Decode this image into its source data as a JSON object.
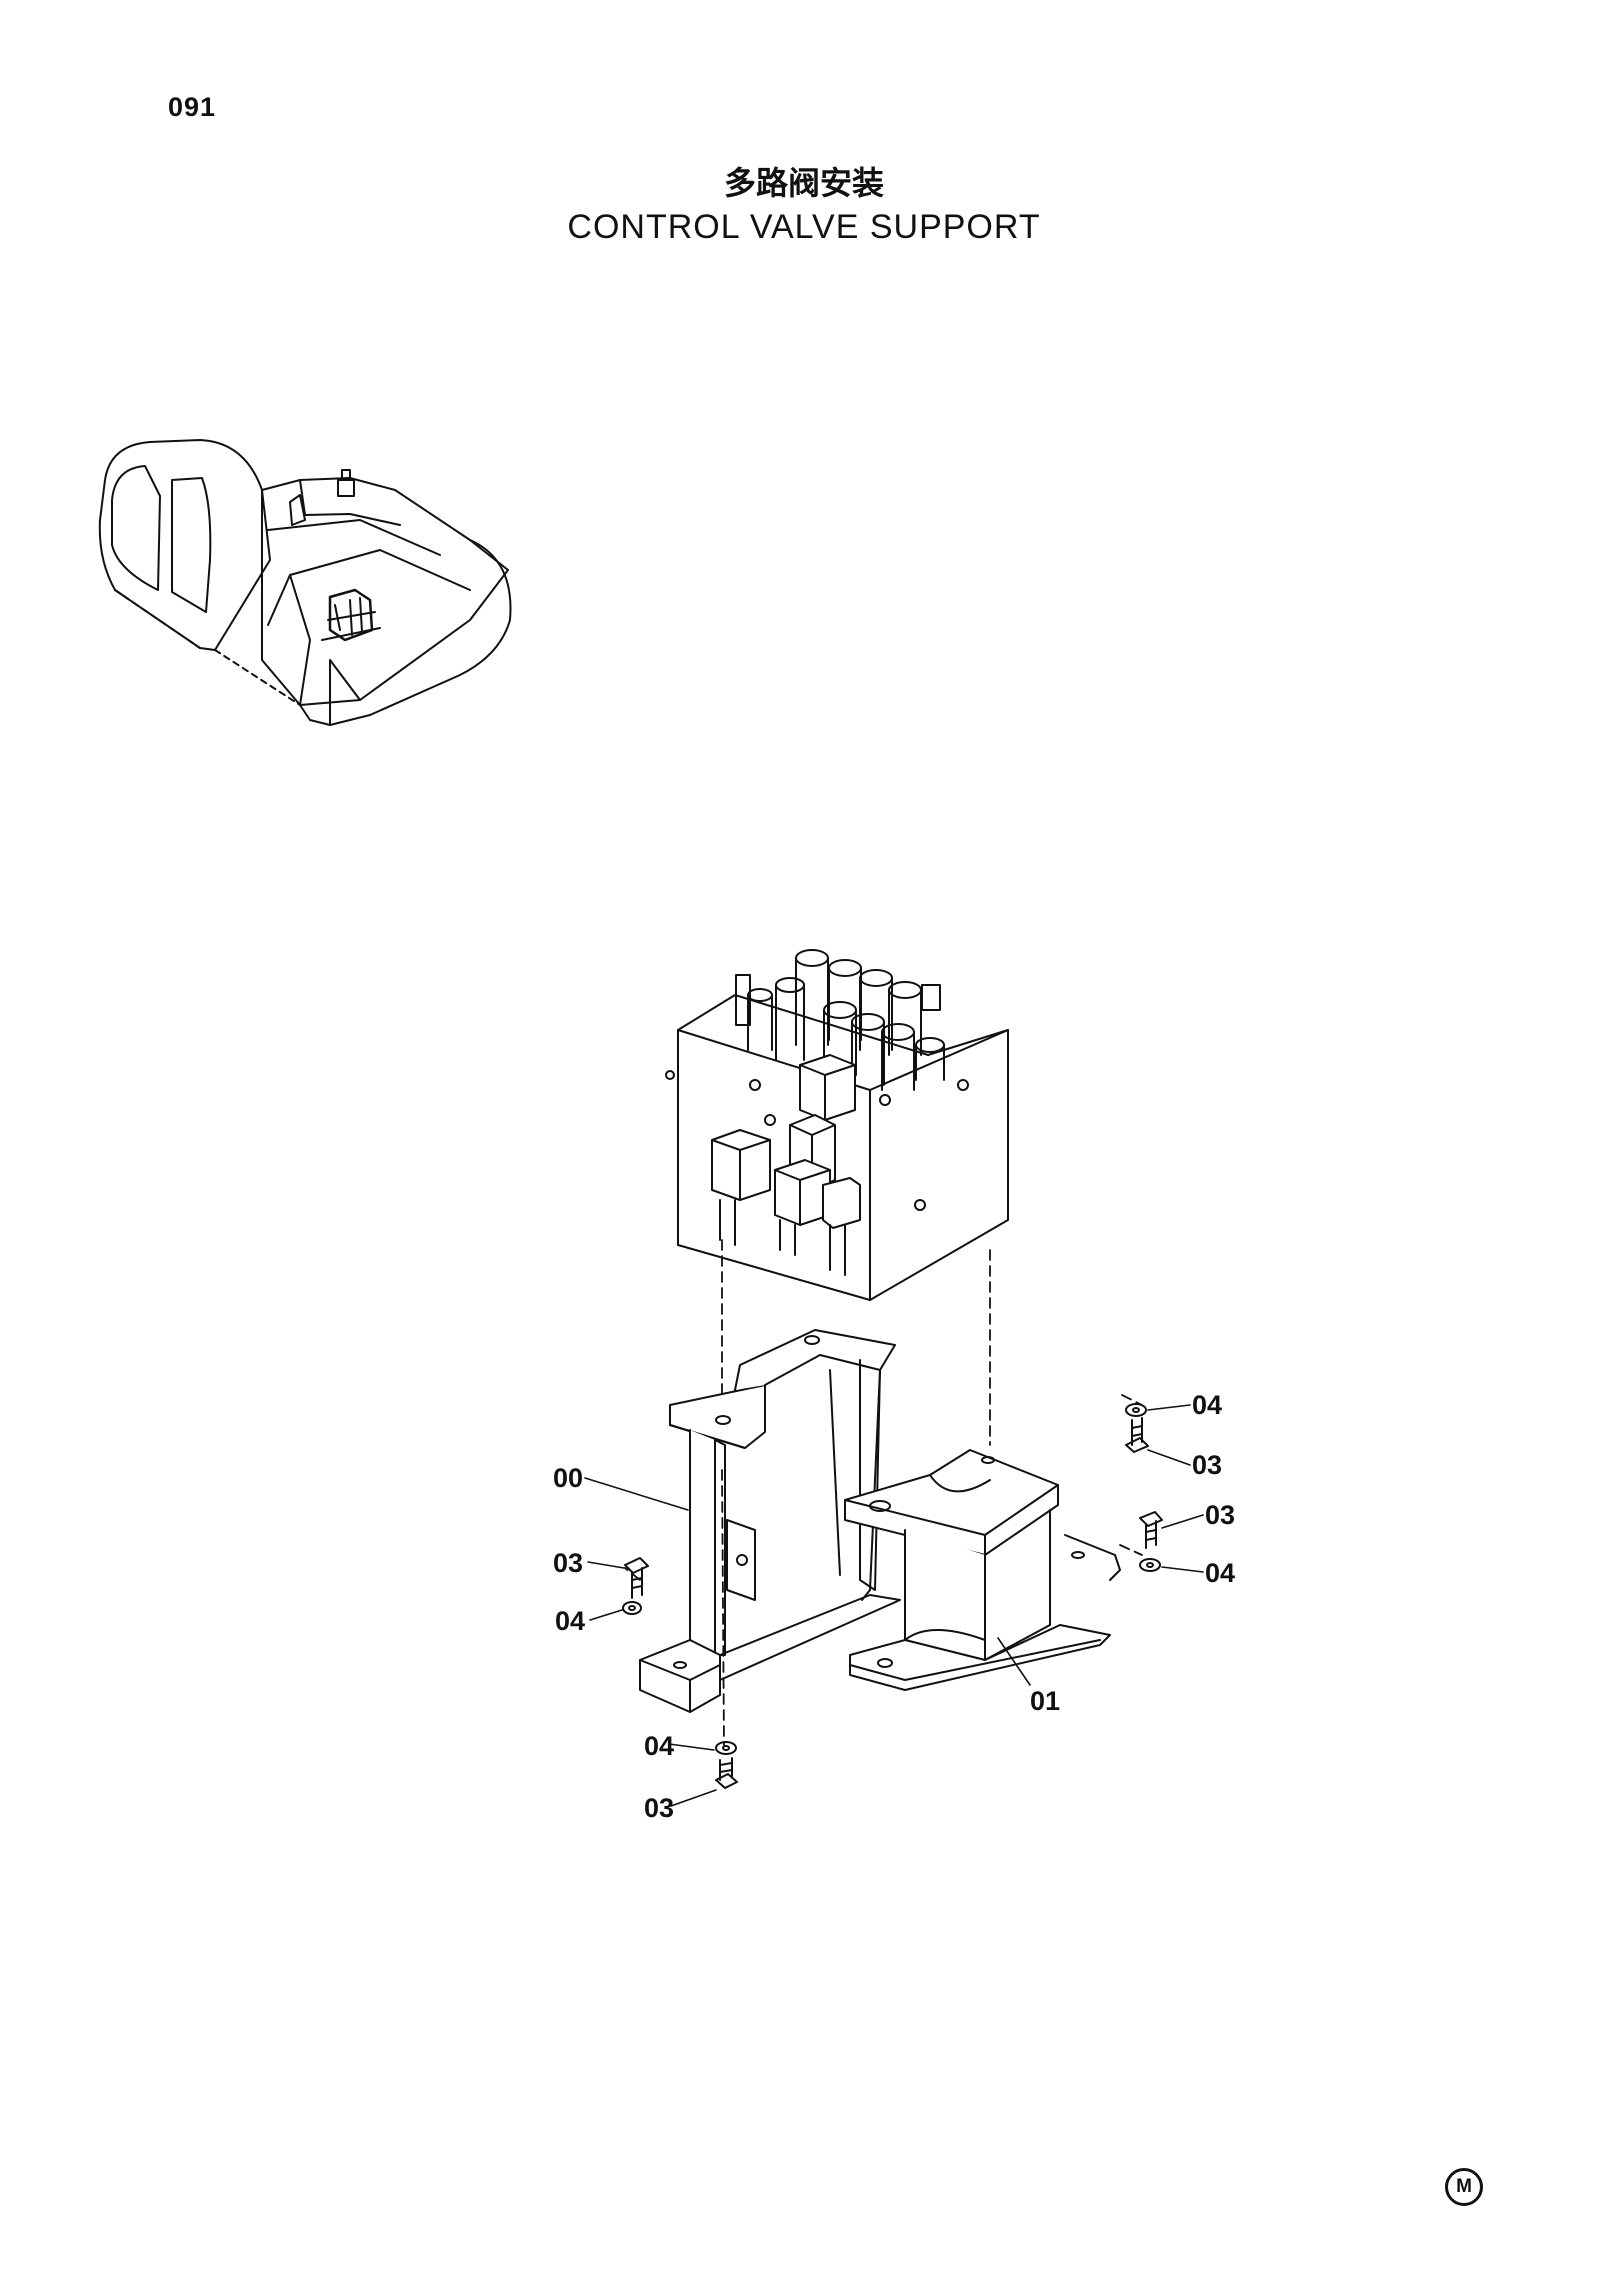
{
  "page": {
    "number": "091",
    "title_cn": "多路阀安装",
    "title_en": "CONTROL VALVE SUPPORT",
    "corner_mark": "M"
  },
  "callouts": [
    {
      "id": "00",
      "text": "00"
    },
    {
      "id": "01",
      "text": "01"
    },
    {
      "id": "03a",
      "text": "03"
    },
    {
      "id": "03b",
      "text": "03"
    },
    {
      "id": "03c",
      "text": "03"
    },
    {
      "id": "03d",
      "text": "03"
    },
    {
      "id": "04a",
      "text": "04"
    },
    {
      "id": "04b",
      "text": "04"
    },
    {
      "id": "04c",
      "text": "04"
    },
    {
      "id": "04d",
      "text": "04"
    }
  ]
}
